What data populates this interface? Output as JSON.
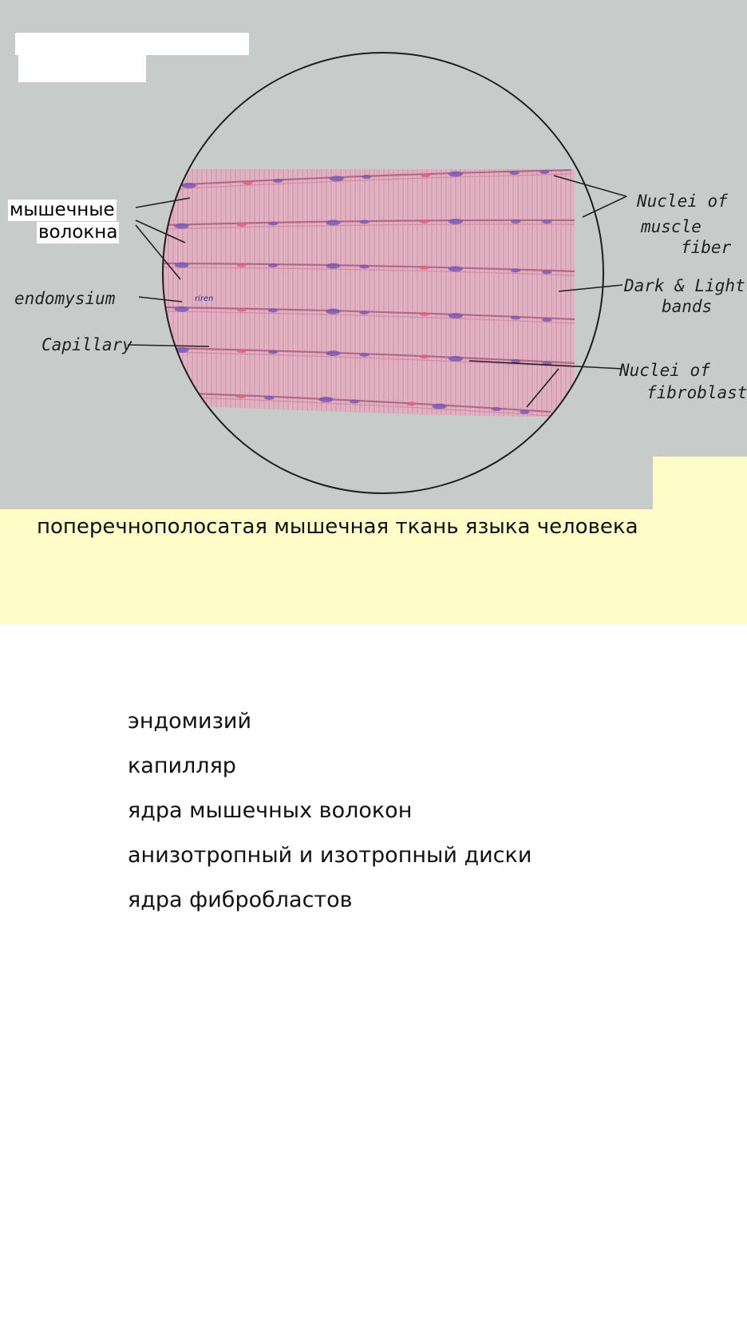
{
  "labels": {
    "ru_fibers_line1": "мышечные",
    "ru_fibers_line2": "волокна",
    "endomysium": "endomysium",
    "capillary": "Capillary",
    "nuclei_muscle_1": "Nuclei of",
    "nuclei_muscle_2": "muscle",
    "nuclei_muscle_3": "fiber",
    "bands_1": "Dark & Light",
    "bands_2": "bands",
    "fibro_1": "Nuclei of",
    "fibro_2": "fibroblast",
    "tiny_note": "riren"
  },
  "caption": "поперечнополосатая мышечная ткань языка человека",
  "legend": [
    "эндомизий",
    "капилляр",
    "ядра мышечных волокон",
    "анизотропный и изотропный диски",
    "ядра фибробластов"
  ],
  "colors": {
    "background": "#c7ccca",
    "fiber": "#e8b8c7",
    "striation": "#c97d97",
    "nucleus": "#7a5bb4",
    "caption_bg": "#fefdc8"
  }
}
